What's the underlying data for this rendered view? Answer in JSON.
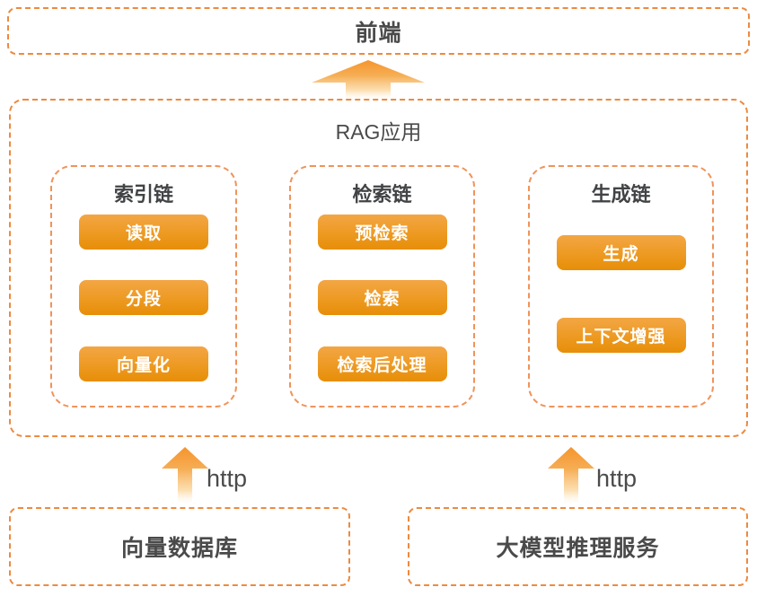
{
  "frontend": {
    "label": "前端"
  },
  "rag": {
    "title": "RAG应用",
    "chains": [
      {
        "title": "索引链",
        "steps": [
          "读取",
          "分段",
          "向量化"
        ]
      },
      {
        "title": "检索链",
        "steps": [
          "预检索",
          "检索",
          "检索后处理"
        ]
      },
      {
        "title": "生成链",
        "steps": [
          "生成",
          "上下文增强"
        ]
      }
    ]
  },
  "connections": {
    "left_arrow_label": "http",
    "right_arrow_label": "http"
  },
  "services": [
    {
      "label": "向量数据库"
    },
    {
      "label": "大模型推理服务"
    }
  ],
  "colors": {
    "dashed_border": "#ED8A3F",
    "button_gradient_top": "#F3A644",
    "button_gradient_bottom": "#E78E08",
    "arrow_orange": "#F5942C",
    "heading_text": "#4A4A4A",
    "button_text": "#FFFFFF"
  }
}
